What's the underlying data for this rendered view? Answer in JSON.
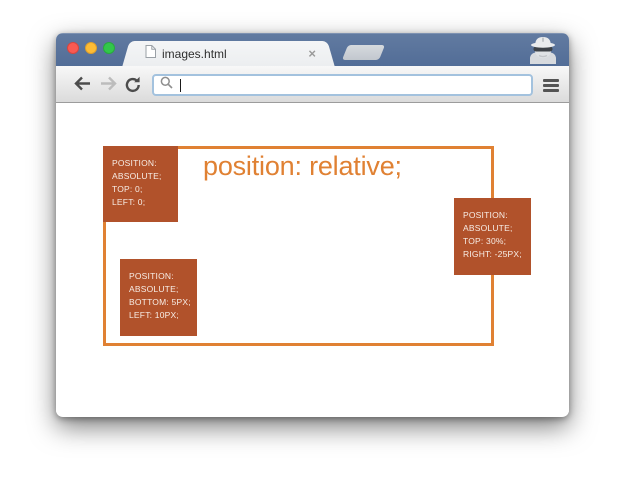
{
  "browser": {
    "tab": {
      "title": "images.html",
      "close_glyph": "×"
    },
    "toolbar": {
      "address_value": "",
      "address_placeholder": ""
    },
    "icons": {
      "window_buttons": [
        "close",
        "minimize",
        "fullscreen"
      ],
      "tab_favicon": "document-icon",
      "new_tab": "new-tab-button",
      "private_mode": "incognito-icon",
      "nav": [
        "back-icon",
        "forward-icon",
        "reload-icon"
      ],
      "address": "search-icon",
      "menu": "hamburger-icon"
    }
  },
  "page": {
    "heading": "position: relative;",
    "boxes": [
      {
        "lines": [
          "POSITION:",
          "ABSOLUTE;",
          "TOP: 0;",
          "LEFT: 0;"
        ]
      },
      {
        "lines": [
          "POSITION:",
          "ABSOLUTE;",
          "BOTTOM: 5PX;",
          "LEFT: 10PX;"
        ]
      },
      {
        "lines": [
          "POSITION:",
          "ABSOLUTE;",
          "TOP: 30%;",
          "RIGHT: -25PX;"
        ]
      }
    ],
    "colors": {
      "accent_orange": "#e08133",
      "box_rust": "#b1522b",
      "box_text": "#f7ede6",
      "titlebar_blue": "#56719b",
      "omnibox_focus_border": "#a3c2de"
    }
  }
}
